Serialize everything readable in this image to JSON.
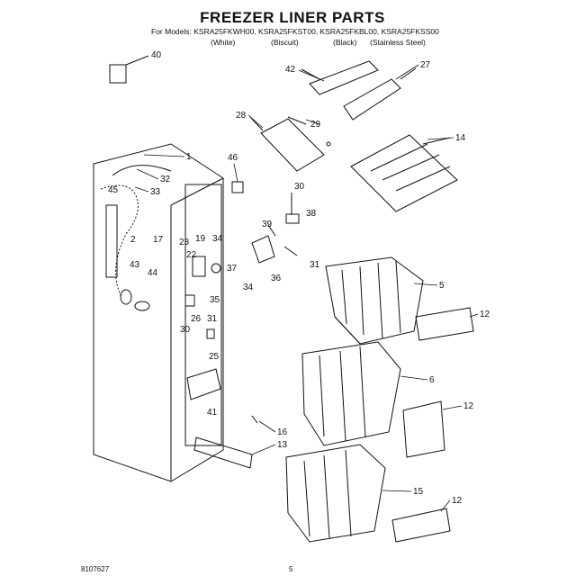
{
  "title": "FREEZER LINER PARTS",
  "models_line": "For Models: KSRA25FKWH00, KSRA25FKST00, KSRA25FKBL00, KSRA25FKSS00",
  "variants": [
    "(White)",
    "(Biscuit)",
    "(Black)",
    "(Stainless Steel)"
  ],
  "callouts": [
    "40",
    "42",
    "27",
    "28",
    "29",
    "14",
    "1",
    "32",
    "45",
    "33",
    "46",
    "30",
    "38",
    "2",
    "17",
    "23",
    "19",
    "34",
    "39",
    "22",
    "37",
    "36",
    "31",
    "43",
    "44",
    "34",
    "35",
    "5",
    "12",
    "26",
    "31",
    "30",
    "25",
    "6",
    "12",
    "41",
    "16",
    "13",
    "15",
    "12"
  ],
  "footer": {
    "doc_number": "8107627",
    "page": "5"
  }
}
